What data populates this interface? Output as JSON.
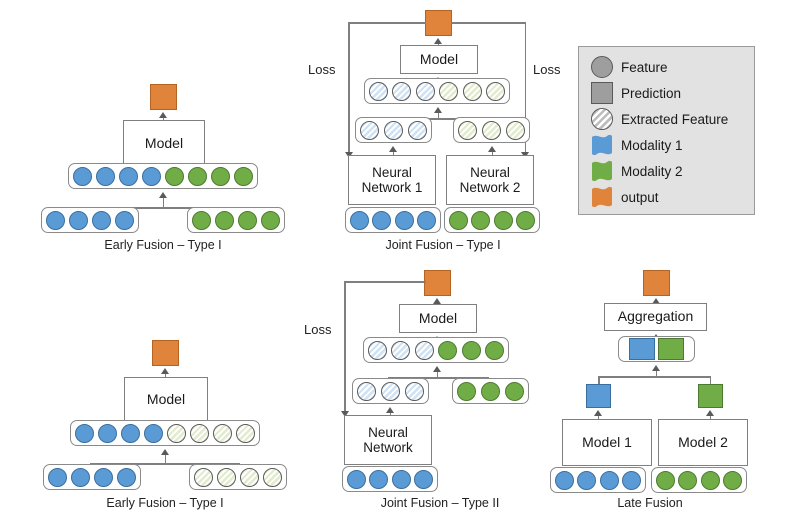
{
  "legend": {
    "items": [
      {
        "label": "Feature",
        "icon": "gray-circle-icon",
        "color": "#9e9e9e"
      },
      {
        "label": "Prediction",
        "icon": "gray-square-icon",
        "color": "#9e9e9e"
      },
      {
        "label": "Extracted Feature",
        "icon": "hatched-circle-icon",
        "color": "#bdbdbd"
      },
      {
        "label": "Modality 1",
        "icon": "blue-wave-icon",
        "color": "#5b9bd5"
      },
      {
        "label": "Modality 2",
        "icon": "green-wave-icon",
        "color": "#70ad47"
      },
      {
        "label": "output",
        "icon": "orange-wave-icon",
        "color": "#e0843c"
      }
    ]
  },
  "panels": {
    "early_fusion_type_i_top": {
      "caption": "Early Fusion – Type I",
      "model_label": "Model",
      "output_label": "output",
      "fused_row": [
        "blue",
        "blue",
        "blue",
        "blue",
        "green",
        "green",
        "green",
        "green"
      ],
      "left_input": [
        "blue",
        "blue",
        "blue",
        "blue"
      ],
      "right_input": [
        "green",
        "green",
        "green",
        "green"
      ]
    },
    "early_fusion_type_i_bottom": {
      "caption": "Early Fusion – Type I",
      "model_label": "Model",
      "output_label": "output",
      "fused_row": [
        "blue",
        "blue",
        "blue",
        "blue",
        "hgreen",
        "hgreen",
        "hgreen",
        "hgreen"
      ],
      "left_input": [
        "blue",
        "blue",
        "blue",
        "blue"
      ],
      "right_input": [
        "hgreen",
        "hgreen",
        "hgreen",
        "hgreen"
      ]
    },
    "joint_fusion_type_i": {
      "caption": "Joint Fusion – Type I",
      "model_label": "Model",
      "output_label": "output",
      "loss_left_label": "Loss",
      "loss_right_label": "Loss",
      "nn1_label": "Neural\nNetwork 1",
      "nn1_line1": "Neural",
      "nn1_line2": "Network 1",
      "nn2_line1": "Neural",
      "nn2_line2": "Network 2",
      "fused_row": [
        "hblue",
        "hblue",
        "hblue",
        "hgreen",
        "hgreen",
        "hgreen"
      ],
      "left_features": [
        "hblue",
        "hblue",
        "hblue"
      ],
      "right_features": [
        "hgreen",
        "hgreen",
        "hgreen"
      ],
      "left_input": [
        "blue",
        "blue",
        "blue",
        "blue"
      ],
      "right_input": [
        "green",
        "green",
        "green",
        "green"
      ]
    },
    "joint_fusion_type_ii": {
      "caption": "Joint Fusion – Type II",
      "model_label": "Model",
      "output_label": "output",
      "loss_label": "Loss",
      "nn_line1": "Neural",
      "nn_line2": "Network",
      "fused_row": [
        "hblue",
        "hblue",
        "hblue",
        "green",
        "green",
        "green"
      ],
      "left_features": [
        "hblue",
        "hblue",
        "hblue"
      ],
      "right_features": [
        "green",
        "green",
        "green"
      ],
      "left_input": [
        "blue",
        "blue",
        "blue",
        "blue"
      ]
    },
    "late_fusion": {
      "caption": "Late Fusion",
      "aggregation_label": "Aggregation",
      "output_label": "output",
      "model1_label": "Model 1",
      "model2_label": "Model 2",
      "left_input": [
        "blue",
        "blue",
        "blue",
        "blue"
      ],
      "right_input": [
        "green",
        "green",
        "green",
        "green"
      ],
      "prediction_left": "blue",
      "prediction_right": "green"
    }
  },
  "colors": {
    "blue": "#5b9bd5",
    "green": "#70ad47",
    "orange": "#e0843c",
    "gray": "#9e9e9e",
    "line": "#7f7f7f",
    "legend_bg": "#e2e2e2"
  }
}
